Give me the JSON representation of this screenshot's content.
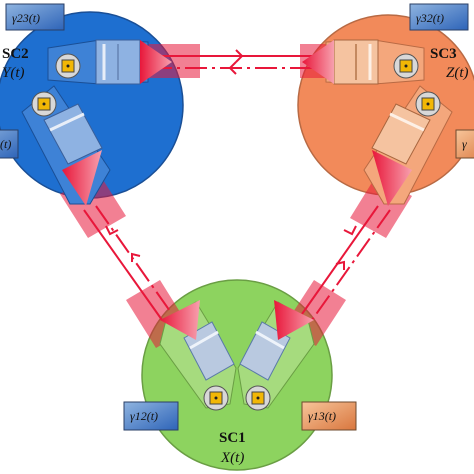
{
  "spacecraft": [
    {
      "id": "sc1",
      "name": "SC1",
      "signal": "X(t)",
      "color": "#8DD35F",
      "ring": "#6A9E44"
    },
    {
      "id": "sc2",
      "name": "SC2",
      "signal": "Y(t)",
      "color": "#1E6FD0",
      "ring": "#1A4F96"
    },
    {
      "id": "sc3",
      "name": "SC3",
      "signal": "Z(t)",
      "color": "#F28A5A",
      "ring": "#B86A44"
    }
  ],
  "gamma_labels": {
    "g23": "γ23(t)",
    "g32": "γ32(t)",
    "g12": "γ12(t)",
    "g13": "γ13(t)",
    "g21": "(t)",
    "g31": "γ"
  },
  "colors": {
    "beam": "#E8173A",
    "beam_fill": "#F0506A",
    "box_blue": "#3A78C8",
    "box_orange": "#E89A5A",
    "bench": "#9FB6D8"
  }
}
